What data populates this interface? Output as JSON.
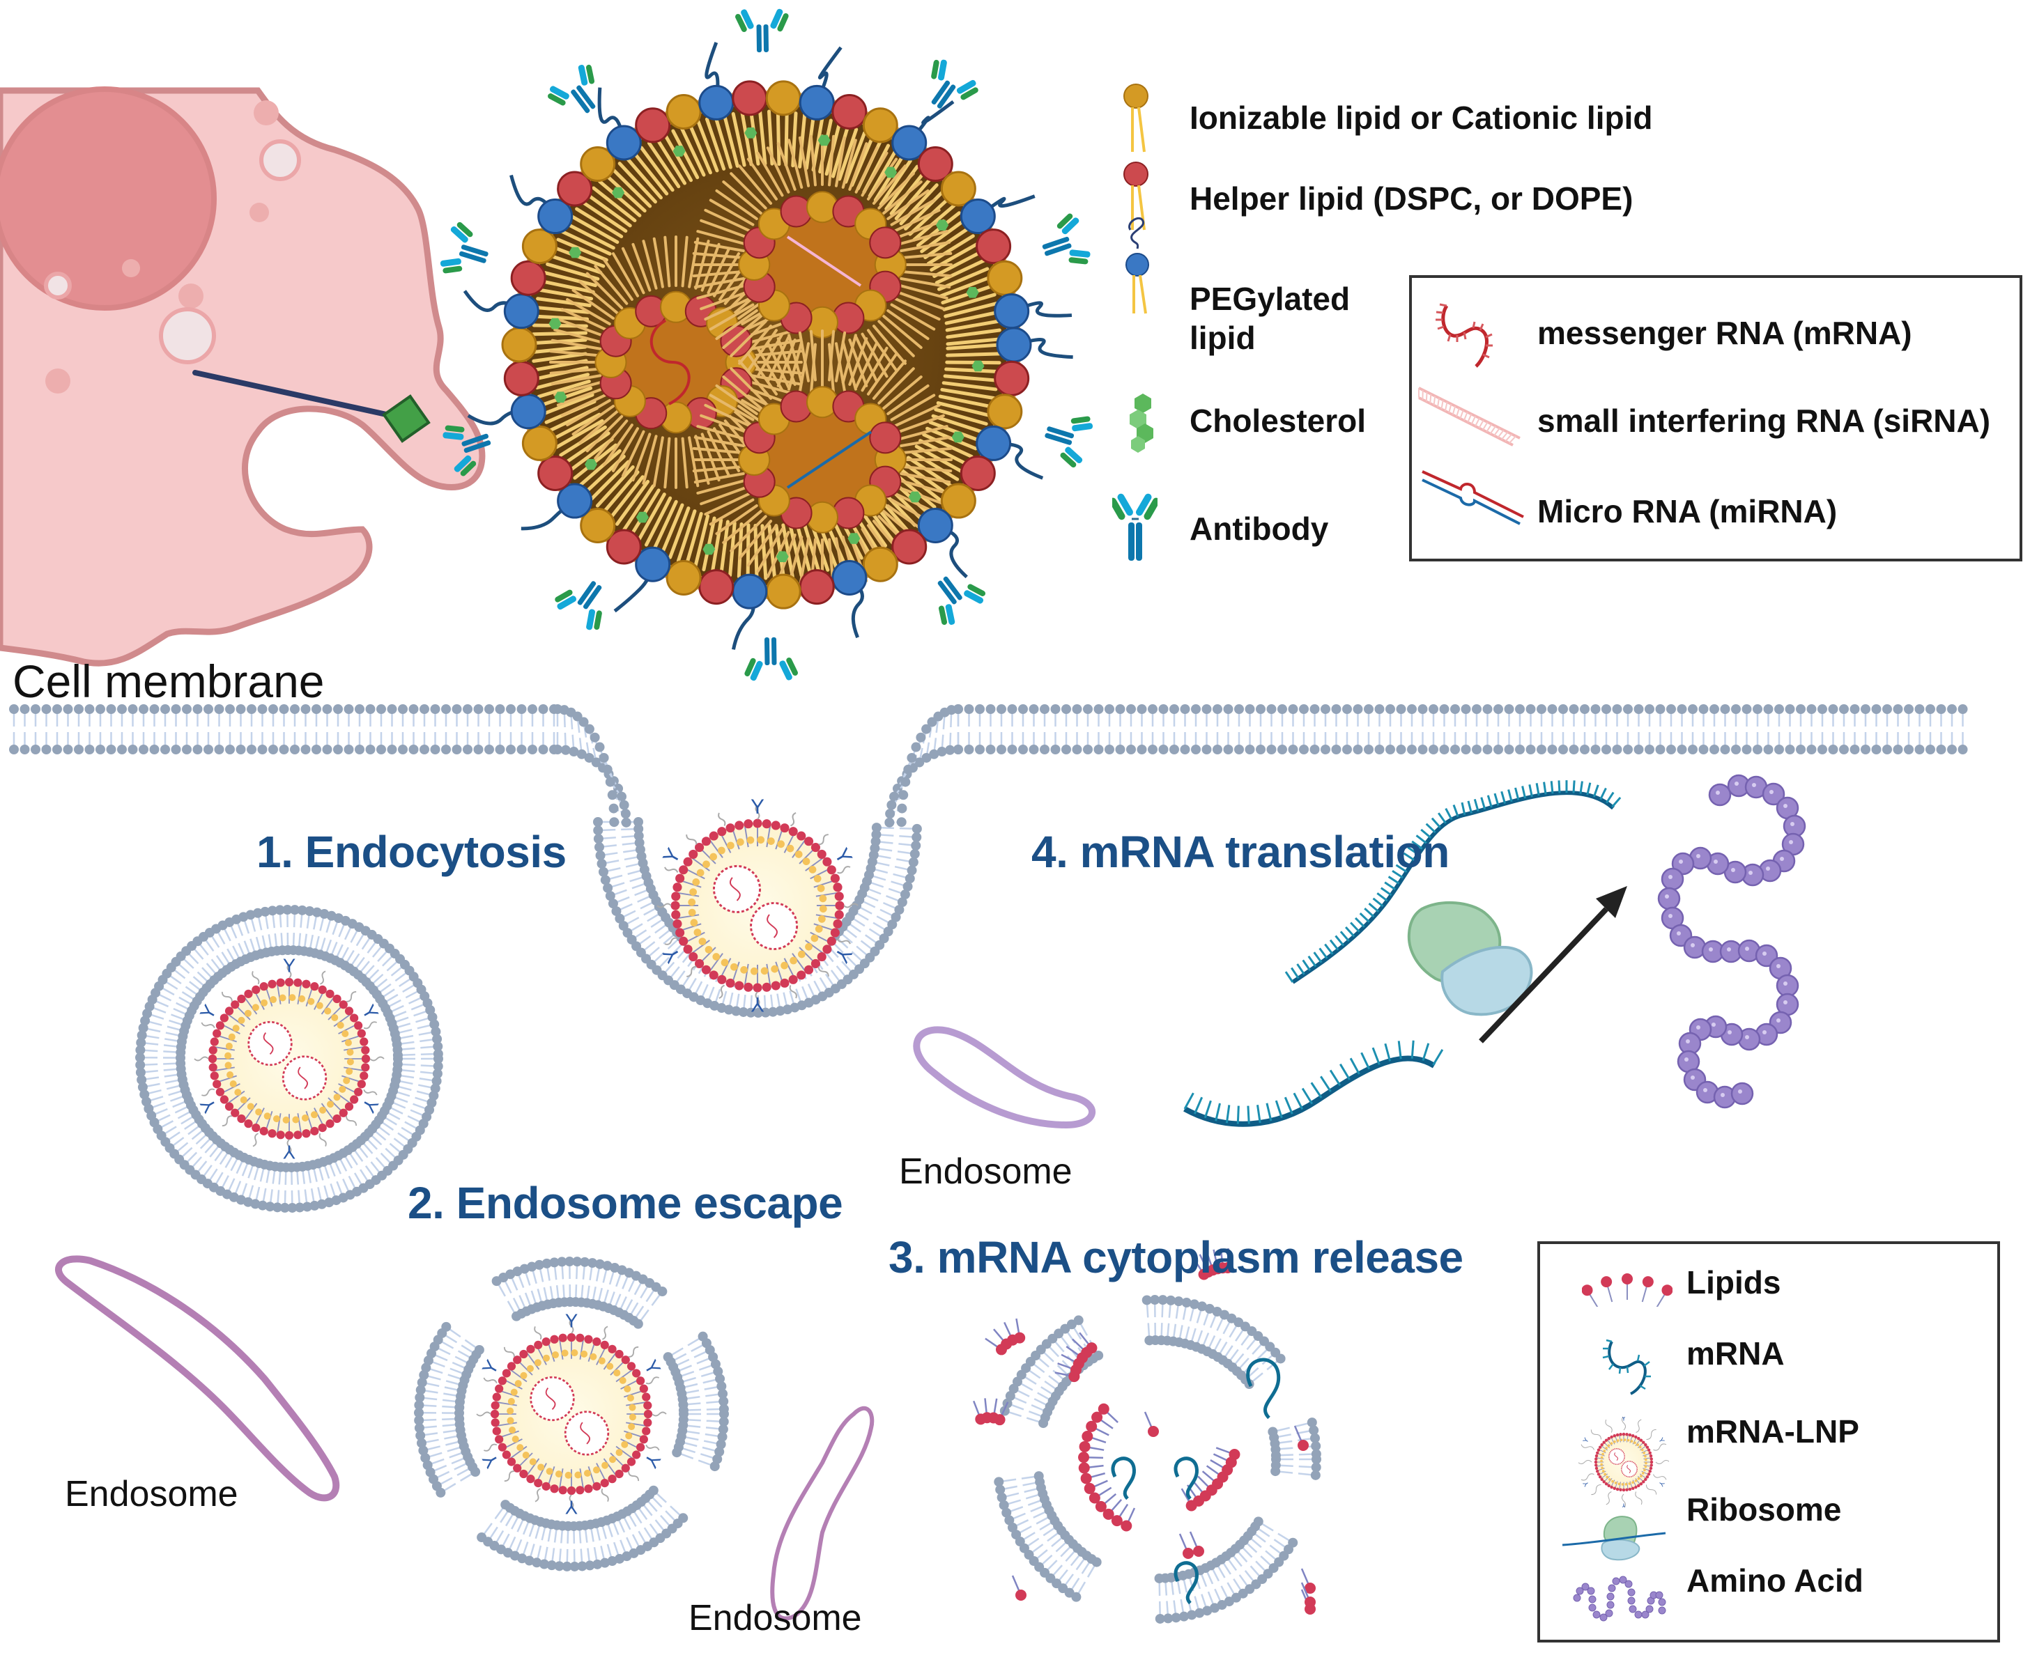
{
  "figure": {
    "cell_membrane_label": "Cell membrane",
    "colors": {
      "step_title": "#1b4f86",
      "ionizable_lipid": "#d49a24",
      "helper_lipid": "#cc4a4e",
      "peg_lipid": "#3a78c4",
      "cholesterol": "#5cb85c",
      "antibody": "#0d77ad",
      "lnp_core": "#6b4512",
      "membrane_head": "#93a3b8",
      "membrane_tail": "#c4d3ea",
      "lipid_red": "#d23a57",
      "mrna_teal": "#0f6d92",
      "amino_acid": "#9a86cc",
      "endosome": "#b98abf",
      "cell_fill": "#f6c9ca",
      "cell_outline": "#d08a8c"
    }
  },
  "lnp_legend": {
    "items": [
      {
        "label": "Ionizable lipid or Cationic lipid",
        "icon": "ionizable-lipid-icon"
      },
      {
        "label": "Helper lipid (DSPC, or DOPE)",
        "icon": "helper-lipid-icon"
      },
      {
        "label": "PEGylated",
        "label2": "lipid",
        "icon": "pegylated-lipid-icon"
      },
      {
        "label": "Cholesterol",
        "icon": "cholesterol-icon"
      },
      {
        "label": "Antibody",
        "icon": "antibody-icon"
      }
    ]
  },
  "rna_legend": {
    "items": [
      {
        "label": "messenger RNA (mRNA)",
        "icon": "mrna-red-icon"
      },
      {
        "label": "small interfering RNA (siRNA)",
        "icon": "sirna-icon"
      },
      {
        "label": "Micro RNA (miRNA)",
        "icon": "mirna-icon"
      }
    ]
  },
  "steps": {
    "step1": "1.  Endocytosis",
    "step2": "2. Endosome escape",
    "step3": "3. mRNA cytoplasm release",
    "step4": "4. mRNA translation"
  },
  "endosome_labels": [
    "Endosome",
    "Endosome",
    "Endosome"
  ],
  "process_legend": {
    "items": [
      {
        "label": "Lipids",
        "icon": "lipids-icon"
      },
      {
        "label": "mRNA",
        "icon": "mrna-teal-icon"
      },
      {
        "label": "mRNA-LNP",
        "icon": "mrna-lnp-icon"
      },
      {
        "label": "Ribosome",
        "icon": "ribosome-icon"
      },
      {
        "label": "Amino Acid",
        "icon": "amino-acid-icon"
      }
    ]
  }
}
